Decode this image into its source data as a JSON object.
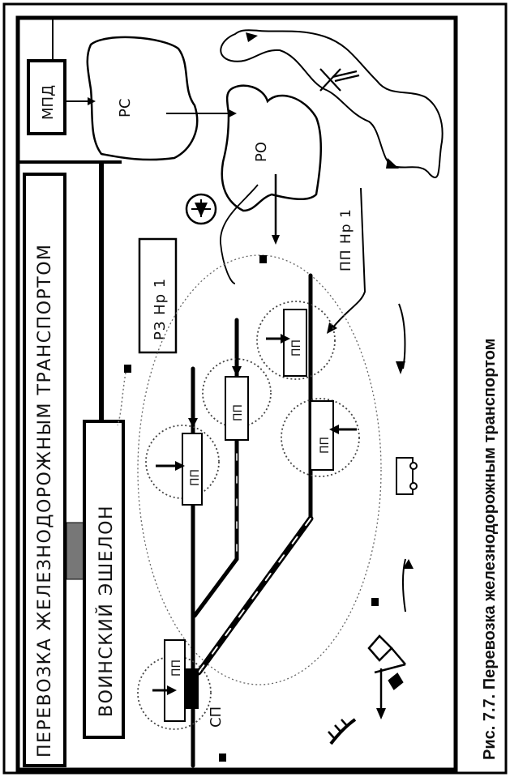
{
  "caption": "Рис. 7.7. Перевозка железнодорожным транспортом",
  "banner_title": "ПЕРЕВОЗКА  ЖЕЛЕЗНОДОРОЖНЫМ  ТРАНСПОРТОМ",
  "train_label": "ВОИНСКИЙ  ЭШЕЛОН",
  "labels": {
    "mpd": "МПД",
    "rs": "РС",
    "ro": "РО",
    "rz": "РЗ  Нр 1",
    "pp_nr": "ПП  Нр 1",
    "pp": "ПП",
    "sp": "СП"
  }
}
